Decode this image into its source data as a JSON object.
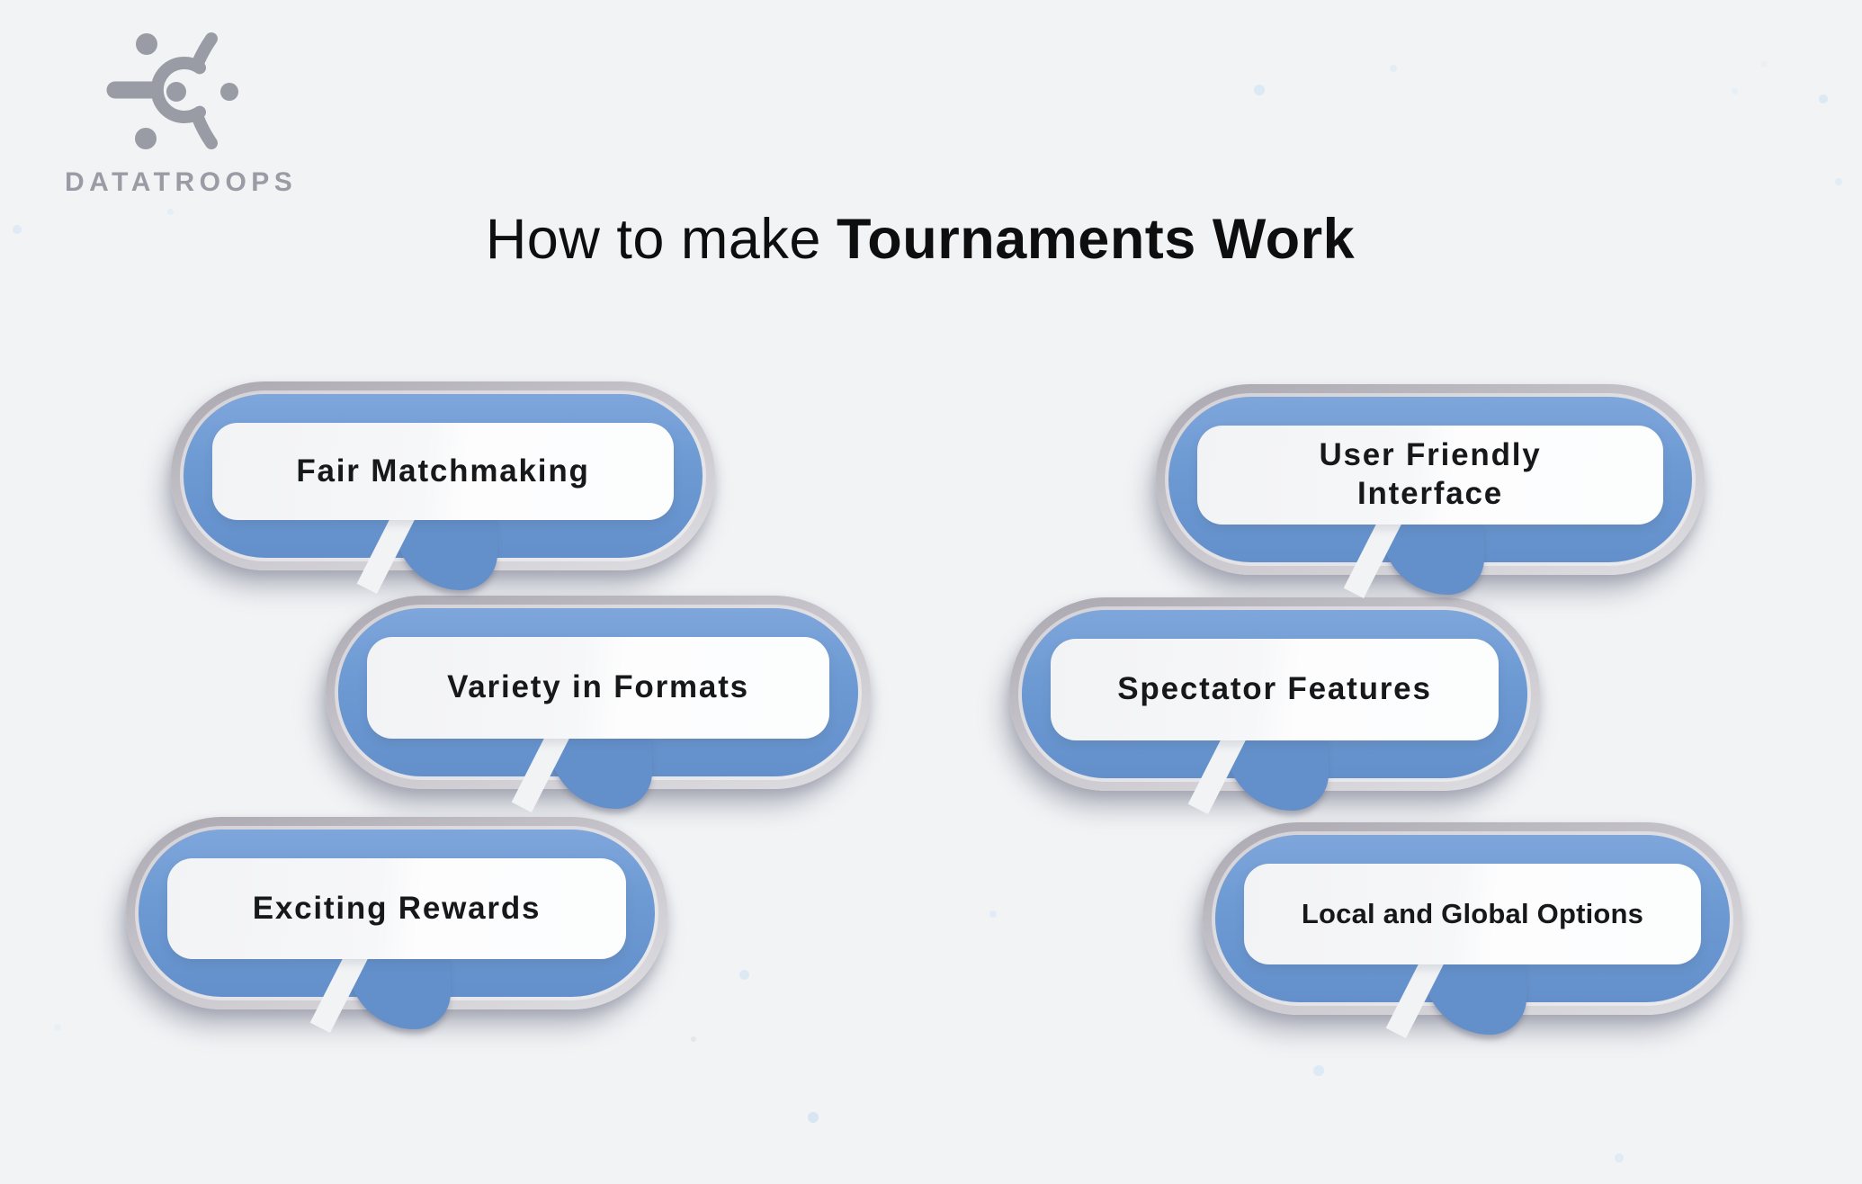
{
  "logo": {
    "brand": "DATATROOPS",
    "mark": "datatroops-orbit-mark-icon"
  },
  "title": {
    "regular": "How to make",
    "bold": "Tournaments Work"
  },
  "bubbles": [
    {
      "id": "fair-matchmaking",
      "label": "Fair Matchmaking"
    },
    {
      "id": "variety-in-formats",
      "label": "Variety in Formats"
    },
    {
      "id": "exciting-rewards",
      "label": "Exciting Rewards"
    },
    {
      "id": "user-friendly-interface",
      "label": "User Friendly Interface"
    },
    {
      "id": "spectator-features",
      "label": "Spectator Features"
    },
    {
      "id": "local-and-global-options",
      "label": "Local and Global Options"
    }
  ],
  "colors": {
    "page_bg": "#f1f3f5",
    "bubble_blue": "#6d9ad3",
    "bubble_blue_dark": "#6390cb",
    "ring_dark": "#aaa7b0",
    "ring_mid": "#c7c5cb",
    "ring_light": "#dedde1",
    "panel_white": "#fdfdfe",
    "text_dark": "#17181a",
    "title_color": "#0e0e0f",
    "logo_gray": "#9a9ca5",
    "dot_blue": "#d8e6f3"
  }
}
